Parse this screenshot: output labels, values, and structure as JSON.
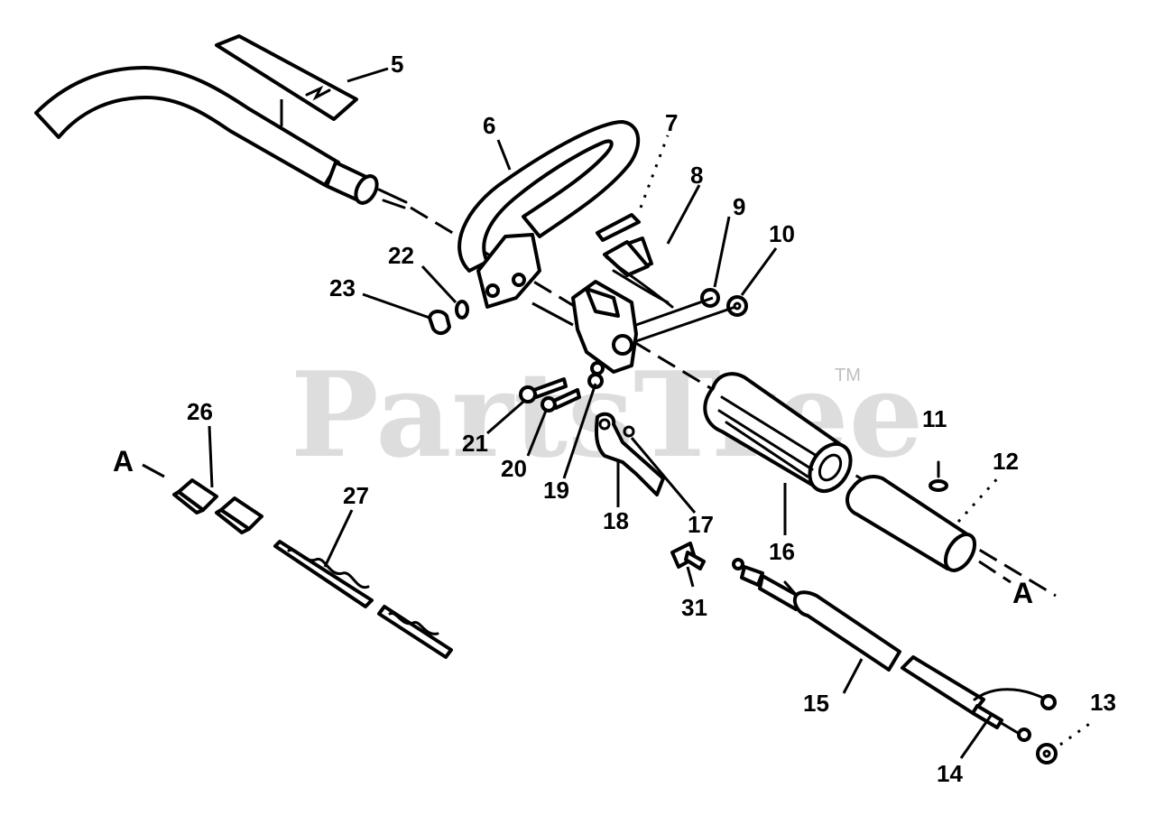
{
  "watermark": {
    "text": "PartsTree",
    "tm": "TM"
  },
  "callouts": {
    "p5": "5",
    "p6": "6",
    "p7": "7",
    "p8": "8",
    "p9": "9",
    "p10": "10",
    "p11": "11",
    "p12": "12",
    "p13": "13",
    "p14": "14",
    "p15": "15",
    "p16": "16",
    "p17": "17",
    "p18": "18",
    "p19": "19",
    "p20": "20",
    "p21": "21",
    "p22": "22",
    "p23": "23",
    "p26": "26",
    "p27": "27",
    "p31": "31",
    "ref_a_left": "A",
    "ref_a_right": "A"
  }
}
